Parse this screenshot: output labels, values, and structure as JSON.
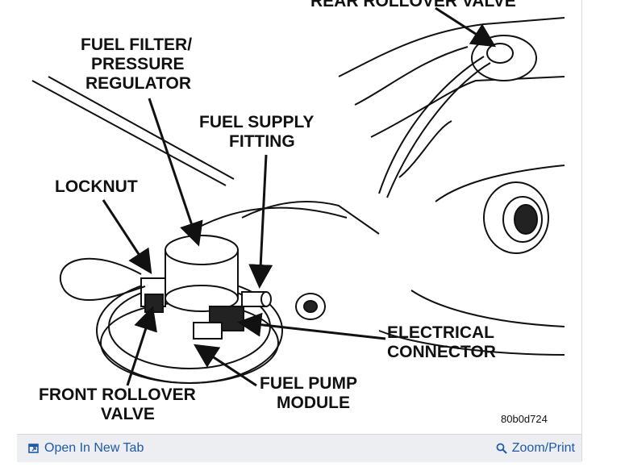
{
  "diagram": {
    "top_label": "REAR ROLLOVER VALVE",
    "labels": {
      "filter": [
        "FUEL FILTER/",
        "PRESSURE",
        "REGULATOR"
      ],
      "supply": [
        "FUEL SUPPLY",
        "FITTING"
      ],
      "locknut": "LOCKNUT",
      "electrical": [
        "ELECTRICAL",
        "CONNECTOR"
      ],
      "pump": [
        "FUEL PUMP",
        "MODULE"
      ],
      "rollover": [
        "FRONT ROLLOVER",
        "VALVE"
      ]
    },
    "code": "80b0d724"
  },
  "footer": {
    "open_tab": "Open In New Tab",
    "zoom": "Zoom/Print",
    "link_color": "#1e5aa8"
  },
  "icons": {
    "open_tab": "open-in-new-tab-icon",
    "zoom": "magnifier-icon"
  }
}
